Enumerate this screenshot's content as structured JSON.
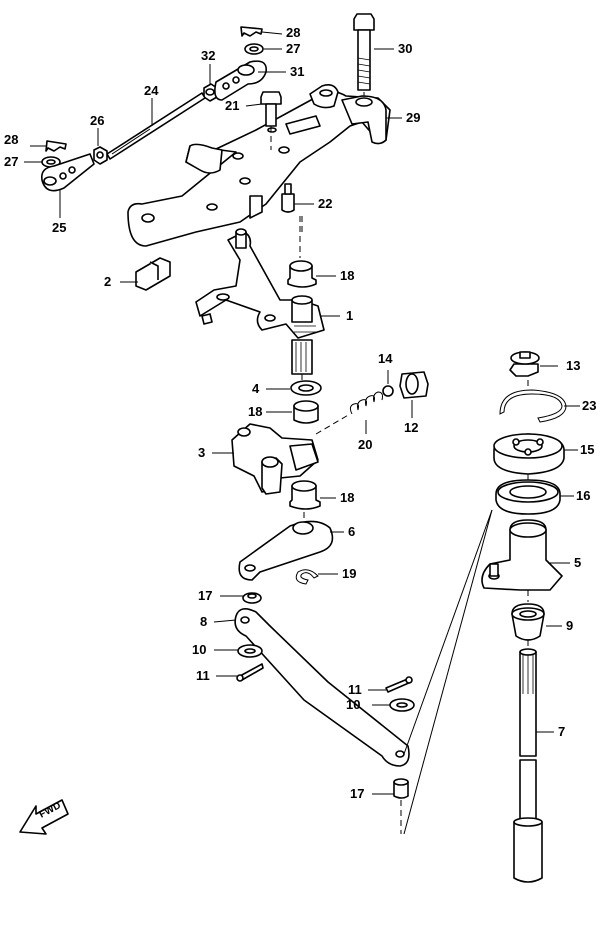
{
  "callouts": [
    {
      "id": "c28a",
      "text": "28"
    },
    {
      "id": "c27a",
      "text": "27"
    },
    {
      "id": "c30",
      "text": "30"
    },
    {
      "id": "c32",
      "text": "32"
    },
    {
      "id": "c31",
      "text": "31"
    },
    {
      "id": "c24",
      "text": "24"
    },
    {
      "id": "c21",
      "text": "21"
    },
    {
      "id": "c29",
      "text": "29"
    },
    {
      "id": "c28b",
      "text": "28"
    },
    {
      "id": "c26",
      "text": "26"
    },
    {
      "id": "c27b",
      "text": "27"
    },
    {
      "id": "c25",
      "text": "25"
    },
    {
      "id": "c22",
      "text": "22"
    },
    {
      "id": "c18a",
      "text": "18"
    },
    {
      "id": "c2",
      "text": "2"
    },
    {
      "id": "c1",
      "text": "1"
    },
    {
      "id": "c14",
      "text": "14"
    },
    {
      "id": "c13",
      "text": "13"
    },
    {
      "id": "c4",
      "text": "4"
    },
    {
      "id": "c18b",
      "text": "18"
    },
    {
      "id": "c12",
      "text": "12"
    },
    {
      "id": "c23",
      "text": "23"
    },
    {
      "id": "c20",
      "text": "20"
    },
    {
      "id": "c3",
      "text": "3"
    },
    {
      "id": "c15",
      "text": "15"
    },
    {
      "id": "c18c",
      "text": "18"
    },
    {
      "id": "c16",
      "text": "16"
    },
    {
      "id": "c6",
      "text": "6"
    },
    {
      "id": "c5",
      "text": "5"
    },
    {
      "id": "c19",
      "text": "19"
    },
    {
      "id": "c17a",
      "text": "17"
    },
    {
      "id": "c8",
      "text": "8"
    },
    {
      "id": "c9",
      "text": "9"
    },
    {
      "id": "c10a",
      "text": "10"
    },
    {
      "id": "c11a",
      "text": "11"
    },
    {
      "id": "c11b",
      "text": "11"
    },
    {
      "id": "c10b",
      "text": "10"
    },
    {
      "id": "c7",
      "text": "7"
    },
    {
      "id": "c17b",
      "text": "17"
    }
  ],
  "fwd_badge": {
    "text": "FWD"
  }
}
